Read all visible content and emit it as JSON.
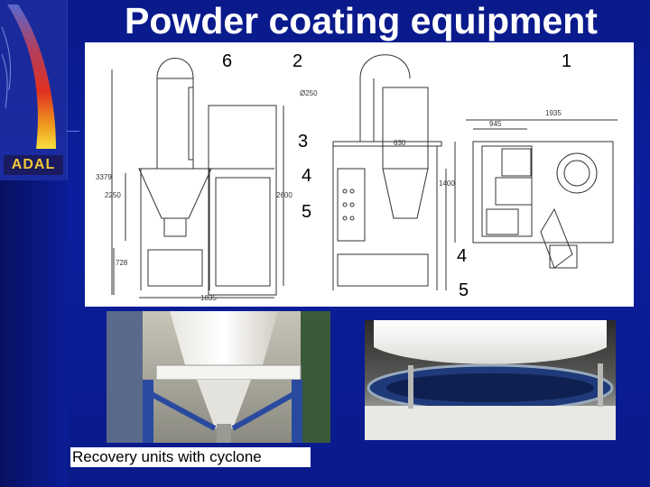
{
  "slide": {
    "title": "Powder coating equipment",
    "caption": "Recovery units with cyclone",
    "logo": "ADAL"
  },
  "drawing": {
    "callouts": [
      "6",
      "2",
      "1",
      "3",
      "4",
      "5",
      "4",
      "5"
    ],
    "dimensions": {
      "d250": "Ø250",
      "d945": "945",
      "d1935_top": "1935",
      "d630": "630",
      "d1400": "1400",
      "d3379": "3379",
      "d2250": "2250",
      "d2600": "2600",
      "d728": "728",
      "d1835": "1835"
    }
  },
  "colors": {
    "background": "#0b1f9e",
    "title": "#ffffff",
    "logo_text": "#f3c83a"
  }
}
